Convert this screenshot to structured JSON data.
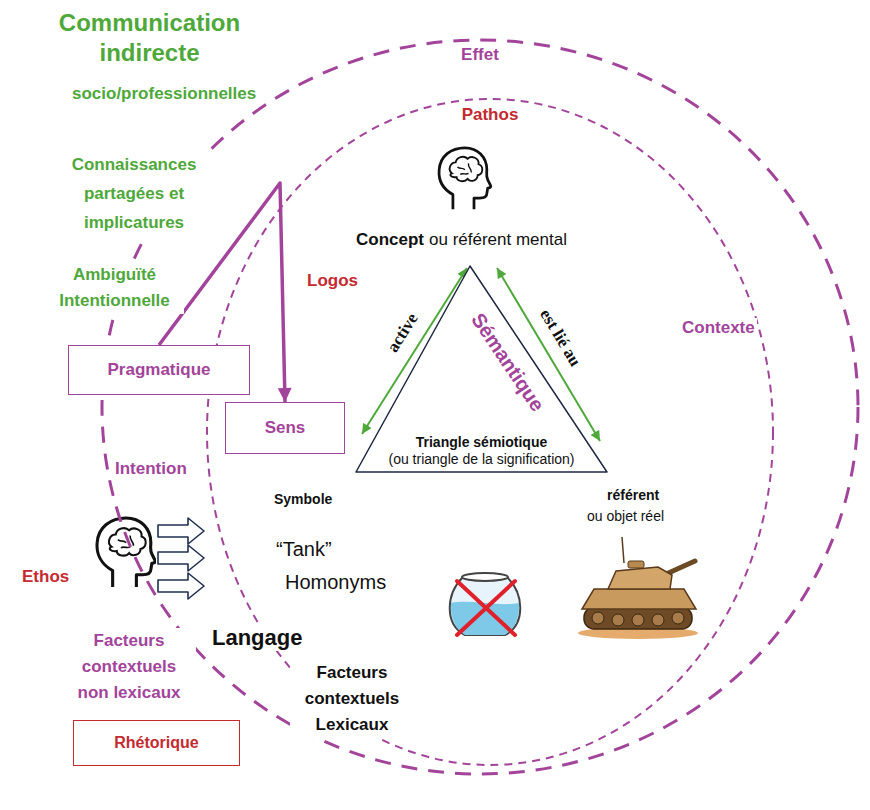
{
  "diagram": {
    "title": "Communication indirecte",
    "nodes": [
      {
        "text": [
          "Effet"
        ]
      },
      {
        "text": [
          "Pathos"
        ],
        "in": 0
      },
      {
        "text": [
          "Pragmatique"
        ]
      },
      {
        "text": [
          "Sens"
        ],
        "in": 1
      },
      {
        "text": [
          "Triangle sémiotique",
          "(ou triangle de la signification)"
        ],
        "in": 1
      },
      {
        "text": [
          "Rhétorique"
        ]
      }
    ],
    "edges": [
      {
        "from": 2,
        "to": 3,
        "arrow": "to"
      }
    ],
    "labels": [
      "socio/professionnelles",
      "Connaissances partagées et implicatures",
      "Ambiguïté Intentionnelle",
      "Logos",
      "Concept",
      "ou référent mental",
      "Sémantique",
      "active",
      "est lié au",
      "Contexte",
      "Intention",
      "Symbole",
      "“Tank”",
      "Homonyms",
      "référent",
      "ou objet réel",
      "Ethos",
      "Langage",
      "Facteurs contextuels non lexicaux",
      "Facteurs contextuels Lexicaux"
    ]
  }
}
